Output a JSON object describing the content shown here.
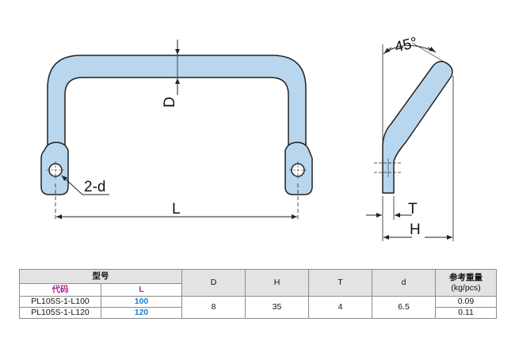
{
  "drawing": {
    "front_view": {
      "label_D": "D",
      "label_L": "L",
      "label_hole": "2-d"
    },
    "side_view": {
      "label_angle": "45°",
      "label_T": "T",
      "label_H": "H"
    },
    "colors": {
      "part_fill": "#b8d6ee",
      "outline": "#222222"
    }
  },
  "table": {
    "model_header": "型号",
    "code_header": "代码",
    "l_header": "L",
    "columns": [
      "D",
      "H",
      "T",
      "d"
    ],
    "weight_header_line1": "参考重量",
    "weight_header_line2": "(kg/pcs)",
    "rows": [
      {
        "code": "PL105S-1-L100",
        "L": "100",
        "weight": "0.09"
      },
      {
        "code": "PL105S-1-L120",
        "L": "120",
        "weight": "0.11"
      }
    ],
    "shared": {
      "D": "8",
      "H": "35",
      "T": "4",
      "d": "6.5"
    }
  }
}
